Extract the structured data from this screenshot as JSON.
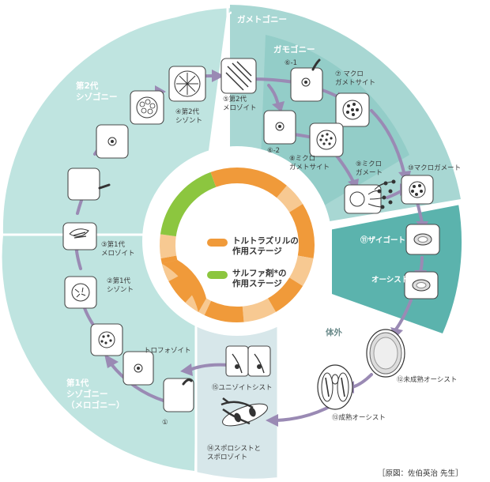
{
  "colors": {
    "region_main": "#bfe4e0",
    "region_gametogony": "#a8d7d3",
    "region_gamogony": "#93cdc8",
    "region_zygote": "#5bb3ad",
    "region_sporozoite": "#d7e7ea",
    "ring_orange": "#f09a3a",
    "ring_light": "#f7c992",
    "ring_green": "#8cc63f",
    "arrow": "#9a8ab4"
  },
  "regions": {
    "gen2_schizogony": "第2代\nシゾゴニー",
    "gametogony": "ガメトゴニー",
    "gamogony": "ガモゴニー",
    "outside_body": "体外",
    "gen1_schizogony": "第1代\nシゾゴニー\n（メロゴニー）"
  },
  "stages": {
    "s1": "①",
    "trophozoite": "トロフォゾイト",
    "s2": "②第1代\nシゾント",
    "s3": "③第1代\nメロゾイト",
    "s4": "④第2代\nシゾント",
    "s5": "⑤第2代\nメロゾイト",
    "s6_1": "⑥-1",
    "s6_2": "⑥-2",
    "s7": "⑦ マクロ\nガメトサイト",
    "s8": "⑧ミクロ\nガメトサイト",
    "s9": "⑨ミクロ\nガメート",
    "s10": "⑩マクロガメート",
    "s11": "⑪ザイゴート",
    "oocyst": "オーシスト",
    "s12": "⑫未成熟オーシスト",
    "s13": "⑬成熟オーシスト",
    "s14": "⑭スポロシストと\nスポロゾイト",
    "s15": "⑮ユニゾイトシスト"
  },
  "legend": {
    "toltrazuril": "トルトラズリルの\n作用ステージ",
    "sulfa": "サルファ剤*の\n作用ステージ"
  },
  "credit": "［原図：佐伯英治 先生］"
}
